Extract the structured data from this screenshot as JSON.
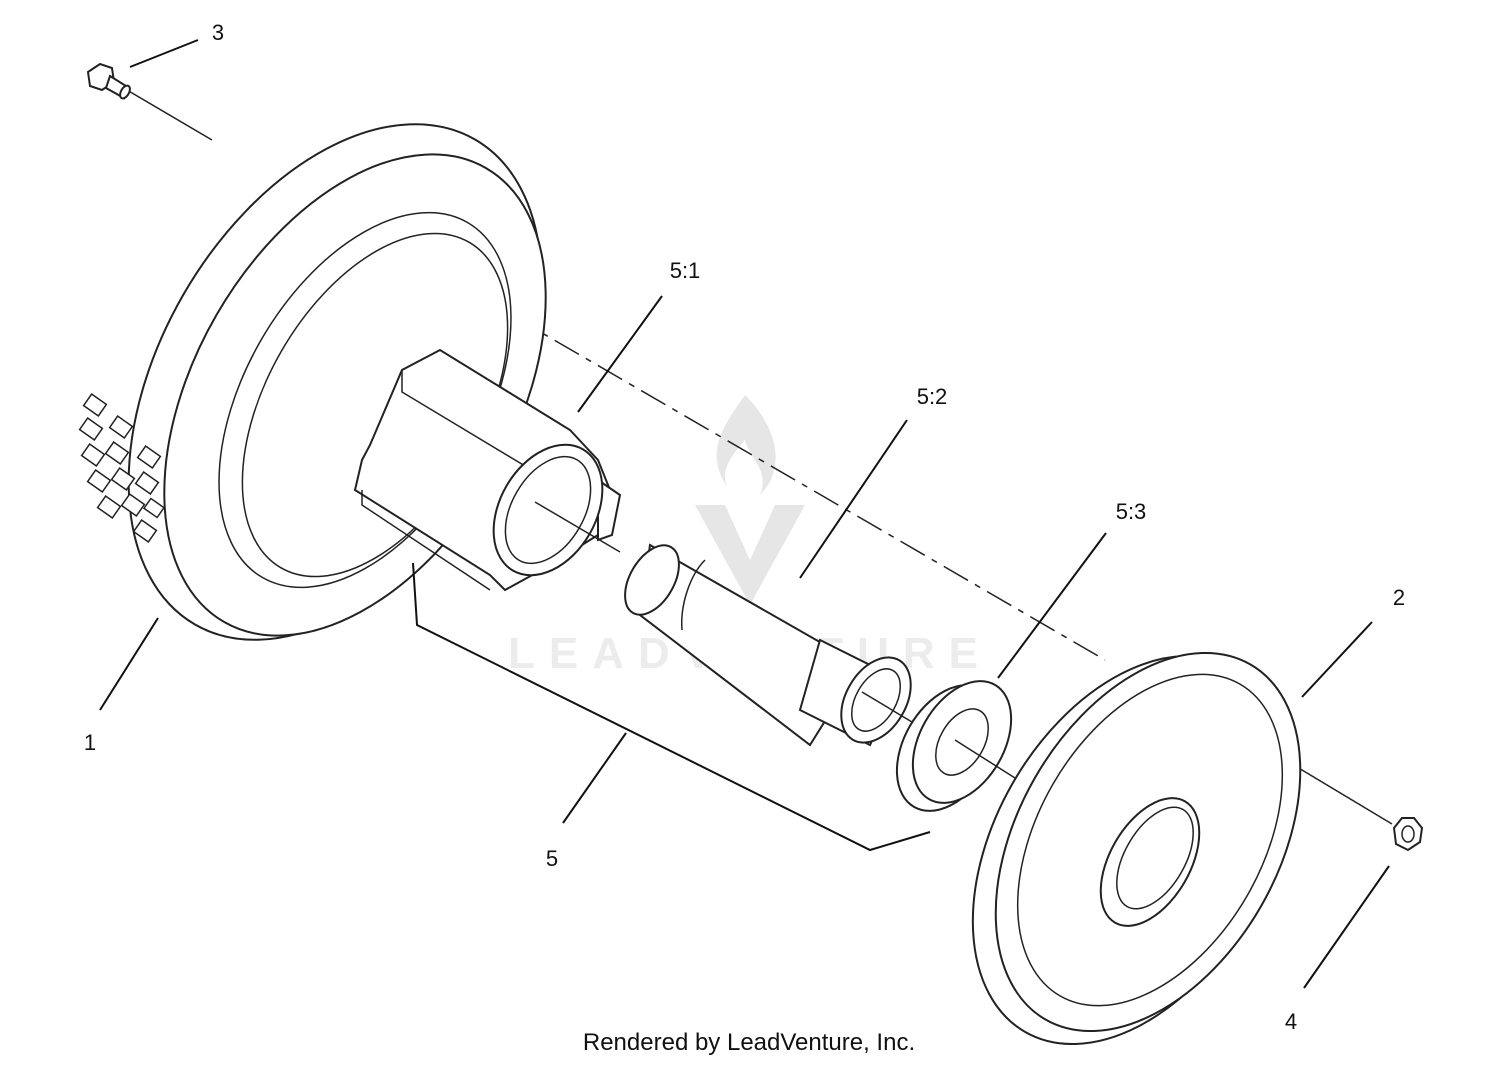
{
  "callouts": {
    "c1": "1",
    "c2": "2",
    "c3": "3",
    "c4": "4",
    "c5": "5",
    "c5_1": "5:1",
    "c5_2": "5:2",
    "c5_3": "5:3"
  },
  "watermark": {
    "text": "LEADVENTURE"
  },
  "footer": {
    "credit": "Rendered by LeadVenture, Inc."
  }
}
